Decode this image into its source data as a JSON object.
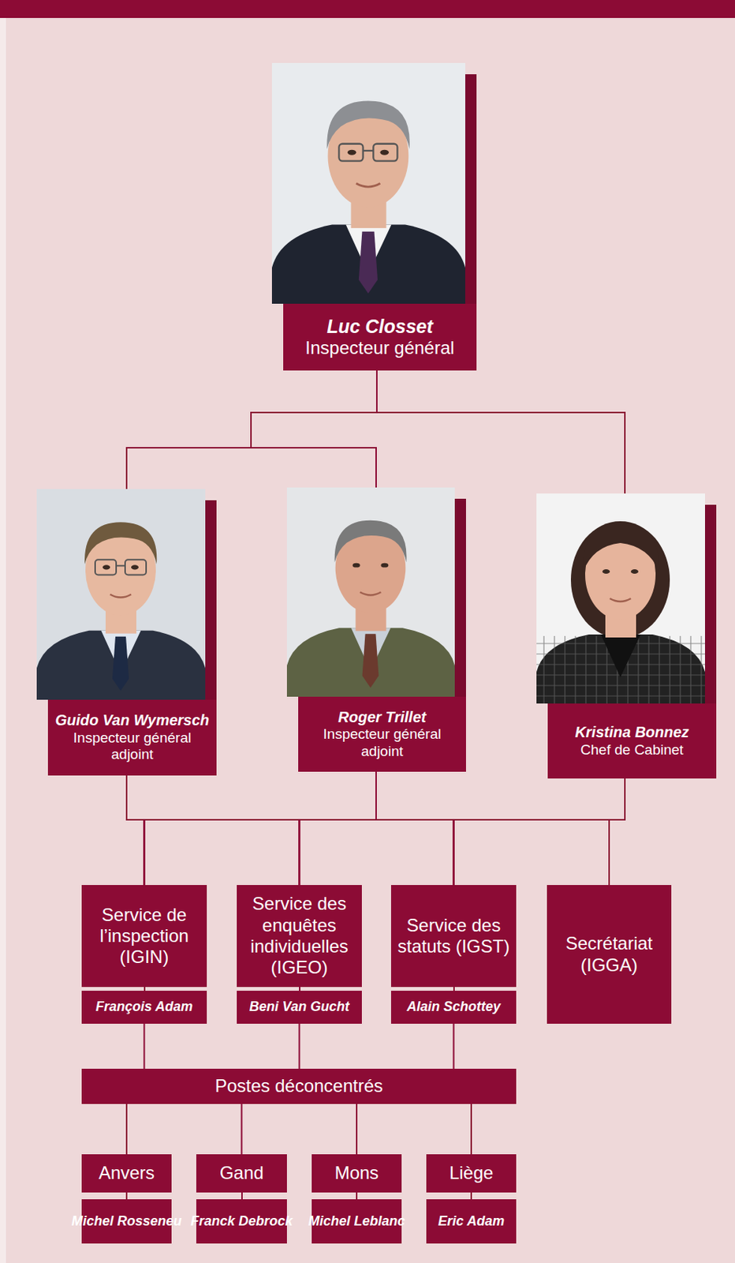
{
  "diagram": {
    "nodes": [
      {
        "text": [
          "Luc Closset",
          "Inspecteur général"
        ]
      },
      {
        "text": [
          "Guido Van Wymersch",
          "Inspecteur général adjoint"
        ]
      },
      {
        "text": [
          "Roger Trillet",
          "Inspecteur général adjoint"
        ]
      },
      {
        "text": [
          "Kristina Bonnez",
          "Chef de Cabinet"
        ]
      },
      {
        "text": [
          "Service de l’inspection (IGIN)",
          "François Adam"
        ]
      },
      {
        "text": [
          "Service des enquêtes individuelles (IGEO)",
          "Beni Van Gucht"
        ]
      },
      {
        "text": [
          "Service des statuts (IGST)",
          "Alain Schottey"
        ]
      },
      {
        "text": [
          "Secrétariat (IGGA)"
        ]
      },
      {
        "text": [
          "Postes déconcentrés"
        ]
      },
      {
        "text": [
          "Anvers",
          "Michel Rosseneu"
        ]
      },
      {
        "text": [
          "Gand",
          "Franck Debrock"
        ]
      },
      {
        "text": [
          "Mons",
          "Michel Leblanc"
        ]
      },
      {
        "text": [
          "Liège",
          "Eric Adam"
        ]
      }
    ],
    "edges": [
      {
        "from": 0,
        "to": 1,
        "arrow": "none"
      },
      {
        "from": 0,
        "to": 2,
        "arrow": "none"
      },
      {
        "from": 0,
        "to": 3,
        "arrow": "none"
      },
      {
        "from": 1,
        "to": 4,
        "arrow": "none"
      },
      {
        "from": 1,
        "to": 5,
        "arrow": "none"
      },
      {
        "from": 1,
        "to": 6,
        "arrow": "none"
      },
      {
        "from": 1,
        "to": 7,
        "arrow": "none"
      },
      {
        "from": 2,
        "to": 4,
        "arrow": "none"
      },
      {
        "from": 2,
        "to": 5,
        "arrow": "none"
      },
      {
        "from": 2,
        "to": 6,
        "arrow": "none"
      },
      {
        "from": 2,
        "to": 7,
        "arrow": "none"
      },
      {
        "from": 3,
        "to": 4,
        "arrow": "none"
      },
      {
        "from": 3,
        "to": 5,
        "arrow": "none"
      },
      {
        "from": 3,
        "to": 6,
        "arrow": "none"
      },
      {
        "from": 3,
        "to": 7,
        "arrow": "none"
      },
      {
        "from": 4,
        "to": 8,
        "arrow": "none"
      },
      {
        "from": 5,
        "to": 8,
        "arrow": "none"
      },
      {
        "from": 6,
        "to": 8,
        "arrow": "none"
      },
      {
        "from": 8,
        "to": 9,
        "arrow": "none"
      },
      {
        "from": 8,
        "to": 10,
        "arrow": "none"
      },
      {
        "from": 8,
        "to": 11,
        "arrow": "none"
      },
      {
        "from": 8,
        "to": 12,
        "arrow": "none"
      }
    ]
  }
}
